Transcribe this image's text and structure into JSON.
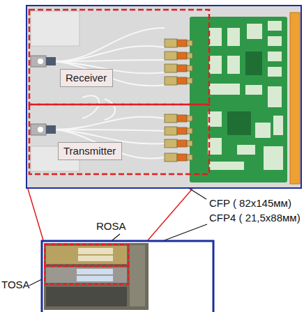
{
  "diagram": {
    "nodes": [
      {
        "text": [
          "Receiver"
        ]
      },
      {
        "text": [
          "Transmitter"
        ]
      }
    ],
    "labels": [
      "CFP ( 82x145мм)",
      "CFP4 ( 21,5x88мм)",
      "ROSA",
      "TOSA"
    ]
  }
}
